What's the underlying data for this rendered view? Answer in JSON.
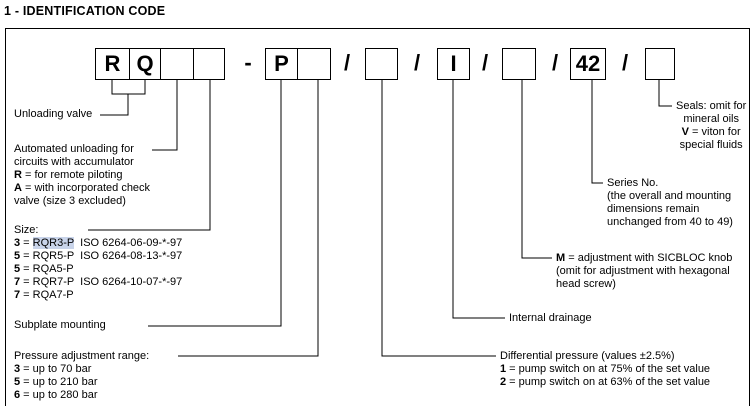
{
  "heading": "1 - IDENTIFICATION CODE",
  "code_fields": {
    "f1": "R",
    "f2": "Q",
    "f3": "",
    "f4": "",
    "sep_dash": "-",
    "f5": "P",
    "f6": "",
    "slash1": "/",
    "f7": "",
    "slash2": "/",
    "f8": "I",
    "slash3": "/",
    "f9": "",
    "slash4": "/",
    "f10": "42",
    "slash5": "/",
    "f11": ""
  },
  "left_labels": {
    "unloading": "Unloading valve",
    "automated": {
      "line1": "Automated unloading for",
      "line2": "circuits with accumulator",
      "r_key": "R",
      "r_text": " = for remote piloting",
      "a_key": "A",
      "a_text": " = with incorporated check",
      "line5": "valve (size 3 excluded)"
    },
    "size": {
      "title": "Size:",
      "rows": [
        {
          "key": "3",
          "eq": " = ",
          "model": "RQR3-P",
          "std": "  ISO 6264-06-09-*-97"
        },
        {
          "key": "5",
          "eq": " = ",
          "model": "RQR5-P",
          "std": "  ISO 6264-08-13-*-97"
        },
        {
          "key": "5",
          "eq": " = ",
          "model": "RQA5-P",
          "std": ""
        },
        {
          "key": "7",
          "eq": " = ",
          "model": "RQR7-P",
          "std": "  ISO 6264-10-07-*-97"
        },
        {
          "key": "7",
          "eq": " = ",
          "model": "RQA7-P",
          "std": ""
        }
      ]
    },
    "subplate": "Subplate mounting",
    "pressure": {
      "title": "Pressure adjustment range:",
      "rows": [
        {
          "key": "3",
          "text": " = up to 70 bar"
        },
        {
          "key": "5",
          "text": " = up to 210 bar"
        },
        {
          "key": "6",
          "text": " = up to 280 bar"
        }
      ]
    }
  },
  "right_labels": {
    "seals": {
      "line1": "Seals: omit for",
      "line2": "mineral oils",
      "v_key": "V",
      "v_text": " = viton for",
      "line4": "special fluids"
    },
    "series": {
      "line1": "Series No.",
      "line2": "(the overall and mounting",
      "line3": "dimensions remain",
      "line4": "unchanged from 40 to 49)"
    },
    "adjust": {
      "m_key": "M",
      "m_text": " = adjustment with SICBLOC knob",
      "line2": "(omit for adjustment with hexagonal",
      "line3": "head screw)"
    },
    "drainage": "Internal drainage",
    "diff": {
      "title": "Differential pressure (values ±2.5%)",
      "rows": [
        {
          "key": "1",
          "text": " = pump switch on at 75% of the set value"
        },
        {
          "key": "2",
          "text": " = pump switch on at 63% of the set value"
        }
      ]
    }
  }
}
